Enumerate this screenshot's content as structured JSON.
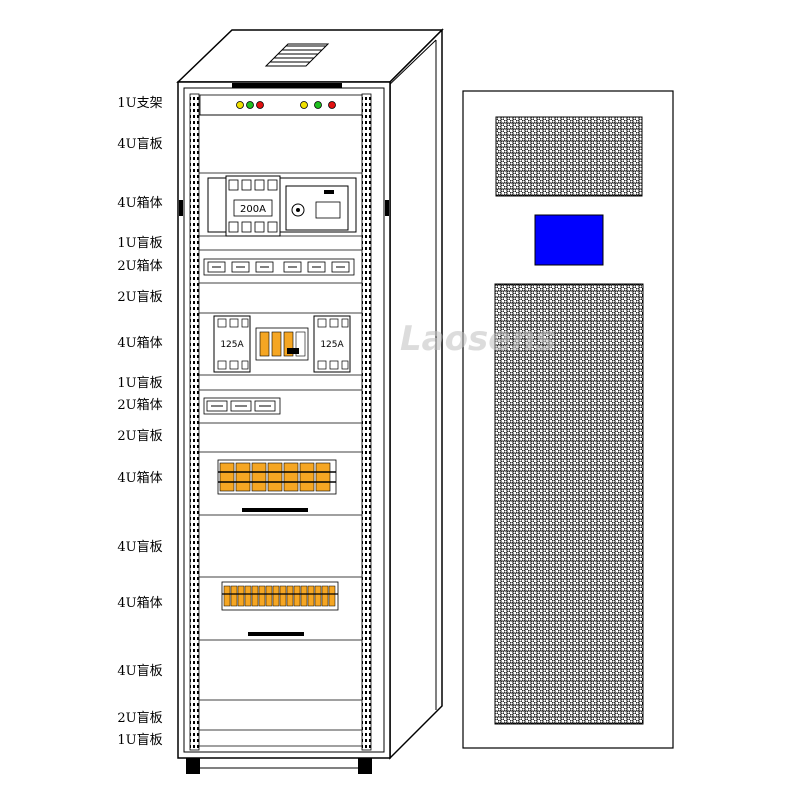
{
  "diagram": {
    "watermark": "Laosens",
    "rack_units": [
      {
        "label": "1U支架"
      },
      {
        "label": "4U盲板"
      },
      {
        "label": "4U箱体"
      },
      {
        "label": "1U盲板"
      },
      {
        "label": "2U箱体"
      },
      {
        "label": "2U盲板"
      },
      {
        "label": "4U箱体"
      },
      {
        "label": "1U盲板"
      },
      {
        "label": "2U箱体"
      },
      {
        "label": "2U盲板"
      },
      {
        "label": "4U箱体"
      },
      {
        "label": "4U盲板"
      },
      {
        "label": "4U箱体"
      },
      {
        "label": "4U盲板"
      },
      {
        "label": "2U盲板"
      },
      {
        "label": "1U盲板"
      }
    ],
    "main_breaker_rating": "200A",
    "sub_breaker_ratings": [
      "125A",
      "125A"
    ],
    "indicator_lights": [
      "#f0e000",
      "#1fbf1f",
      "#e01010",
      "#f0e000",
      "#1fbf1f",
      "#e01010"
    ],
    "side_panel_screen_color": "#0000ff",
    "watermark_color": "#c0c0c0"
  }
}
